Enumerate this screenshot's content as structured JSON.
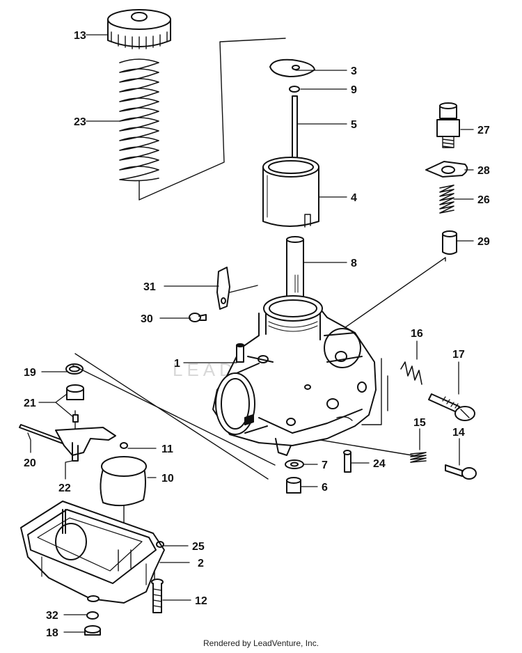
{
  "footer": "Rendered by LeadVenture, Inc.",
  "watermark": "LEADVENTURE",
  "colors": {
    "ink": "#111111",
    "paper": "#ffffff",
    "watermark": "#d8d8d8"
  },
  "callouts": {
    "c1": "1",
    "c2": "2",
    "c3": "3",
    "c4": "4",
    "c5": "5",
    "c6": "6",
    "c7": "7",
    "c8": "8",
    "c9": "9",
    "c10": "10",
    "c11": "11",
    "c12": "12",
    "c13": "13",
    "c14": "14",
    "c15": "15",
    "c16": "16",
    "c17": "17",
    "c18": "18",
    "c19": "19",
    "c20": "20",
    "c21": "21",
    "c22": "22",
    "c23": "23",
    "c24": "24",
    "c25": "25",
    "c26": "26",
    "c27": "27",
    "c28": "28",
    "c29": "29",
    "c30": "30",
    "c31": "31",
    "c32": "32"
  }
}
